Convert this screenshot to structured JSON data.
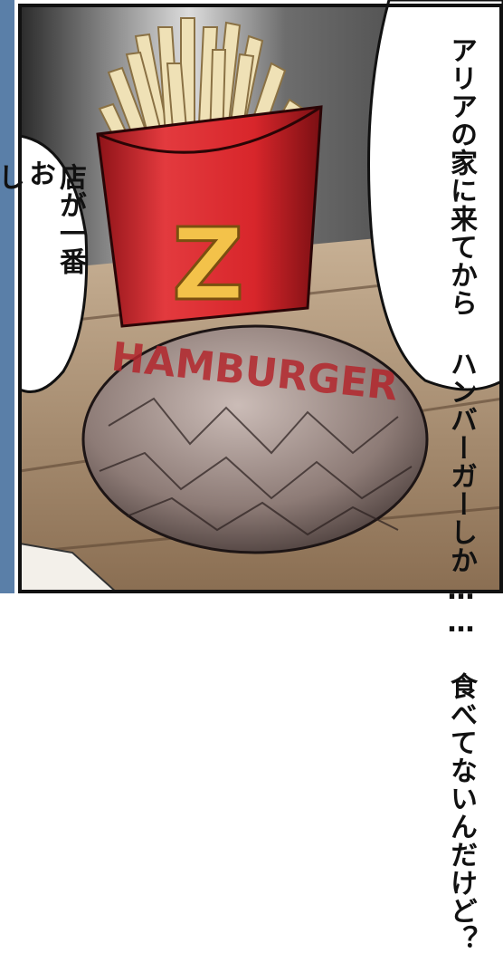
{
  "colors": {
    "carton_red": "#d8262b",
    "carton_dark": "#8e1318",
    "fries": "#efe1b6",
    "logo_yellow": "#f3c24a",
    "wrapper": "#8f7d78",
    "wrapper_text": "#b3272d",
    "table": "#a98d6e"
  },
  "right_bubble": {
    "lines": [
      "アリアの家に来てから",
      "ハンバーガーしか……",
      "食べてないんだけど？"
    ]
  },
  "left_bubble": {
    "lines": [
      "お",
      "店が一番",
      "し"
    ]
  },
  "fries_carton_letter": "Z",
  "hamburger_wrapper_text": "HAMBURGER"
}
